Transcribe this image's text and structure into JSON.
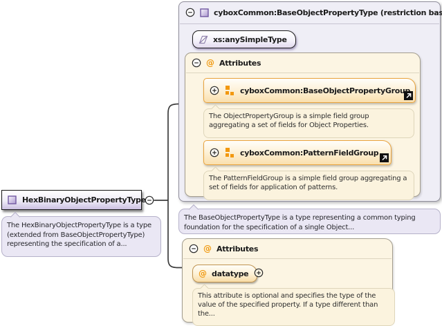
{
  "icons": {
    "at": "@"
  },
  "left_node": {
    "title": "HexBinaryObjectPropertyType",
    "description": "The HexBinaryObjectPropertyType is a type (extended from BaseObjectPropertyType) representing the specification of a..."
  },
  "base_type": {
    "title": "cyboxCommon:BaseObjectPropertyType (restriction base)",
    "base": "xs:anySimpleType",
    "attributes_label": "Attributes",
    "groups": [
      {
        "name": "cyboxCommon:BaseObjectPropertyGroup",
        "description": "The ObjectPropertyGroup is a simple field group aggregating a set of fields for Object Properties."
      },
      {
        "name": "cyboxCommon:PatternFieldGroup",
        "description": "The PatternFieldGroup is a simple field group aggregating a set of fields for application of patterns."
      }
    ],
    "description": "The BaseObjectPropertyType is a type representing a common typing foundation for the specification of a single Object..."
  },
  "local_attributes": {
    "attributes_label": "Attributes",
    "attribute_name": "datatype",
    "attribute_description": "This attribute is optional and specifies the type of the value of the specified property. If a type different than the..."
  },
  "colors": {
    "accent_orange": "#eaa33c",
    "accent_purple": "#6b5096",
    "box_cream": "#fcf5e3",
    "box_lavender": "#efeef6",
    "callout_lavender": "#eae7f4"
  }
}
